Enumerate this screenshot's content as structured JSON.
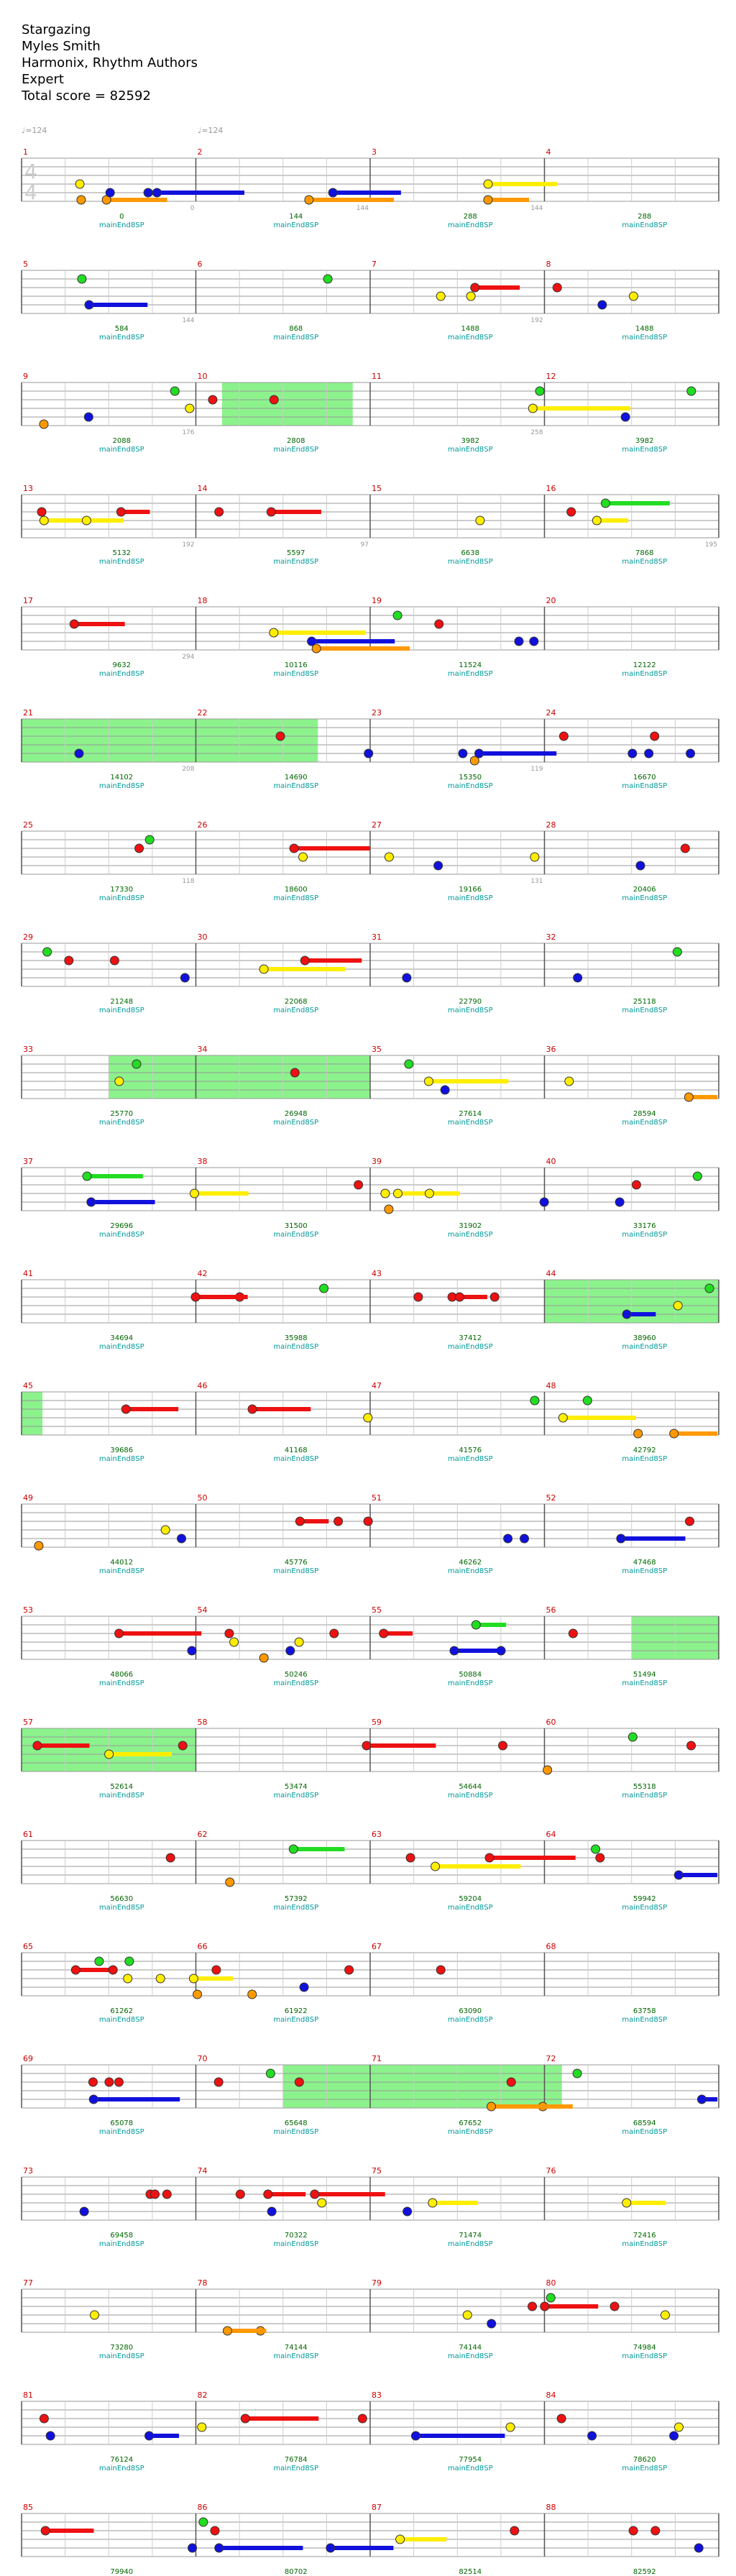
{
  "song": {
    "title": "Stargazing",
    "artist": "Myles Smith",
    "authors": "Harmonix, Rhythm Authors",
    "difficulty": "Expert",
    "total_score": "Total score = 82592"
  },
  "tempo_markers": [
    {
      "measure": 1,
      "label": "♩=124"
    },
    {
      "measure": 2,
      "label": "♩=124"
    }
  ],
  "colors": {
    "green": "#22dd22",
    "red": "#ee1111",
    "yellow": "#ffee00",
    "blue": "#1111dd",
    "orange": "#ff9900",
    "measure_number": "#cc0000",
    "score": "#006600",
    "marker": "#009999",
    "star_power": "#66ee66"
  },
  "marker_label": "mainEnd8SP",
  "rows": [
    {
      "measures": [
        1,
        2,
        3,
        4
      ],
      "times": [
        "",
        "4",
        "",
        "4"
      ],
      "sub": [
        "",
        "0",
        "144",
        "144"
      ],
      "scores": [
        "0",
        "0",
        "144",
        "288"
      ]
    },
    {
      "measures": [
        5,
        6,
        7,
        8
      ],
      "sub": [
        "",
        "144",
        "",
        "192"
      ],
      "scores": [
        "",
        "584",
        "868",
        "1488"
      ]
    },
    {
      "measures": [
        9,
        10,
        11,
        12
      ],
      "sub": [
        "",
        "176",
        "",
        "258"
      ],
      "scores": [
        "",
        "2088",
        "2808",
        "3982"
      ]
    },
    {
      "measures": [
        13,
        14,
        15,
        16
      ],
      "sub": [
        "",
        "192",
        "97",
        "",
        "195"
      ],
      "scores": [
        "",
        "5132",
        "5597",
        "6638",
        "7868"
      ]
    },
    {
      "measures": [
        17,
        18,
        19,
        20
      ],
      "sub": [
        "",
        "294",
        "",
        "",
        ""
      ],
      "scores": [
        "",
        "9632",
        "10116",
        "11524",
        "12122"
      ]
    },
    {
      "measures": [
        21,
        22,
        23,
        24
      ],
      "sub": [
        "",
        "208",
        "",
        "119",
        ""
      ],
      "scores": [
        "",
        "14102",
        "14690",
        "15350",
        "16670"
      ]
    },
    {
      "measures": [
        25,
        26,
        27,
        28
      ],
      "sub": [
        "",
        "118",
        "",
        "131",
        ""
      ],
      "scores": [
        "",
        "17330",
        "18600",
        "19166",
        "20406"
      ]
    },
    {
      "measures": [
        29,
        30,
        31,
        32
      ],
      "sub": [
        "",
        "",
        "",
        "",
        ""
      ],
      "scores": [
        "",
        "21248",
        "22068",
        "22790",
        "25118"
      ]
    },
    {
      "measures": [
        33,
        34,
        35,
        36
      ],
      "sub": [
        "",
        "",
        "",
        "",
        ""
      ],
      "scores": [
        "",
        "25770",
        "26948",
        "27614",
        "28594"
      ]
    },
    {
      "measures": [
        37,
        38,
        39,
        40
      ],
      "sub": [
        "",
        "",
        "",
        "",
        ""
      ],
      "scores": [
        "",
        "29696",
        "31500",
        "31902",
        "33176"
      ]
    },
    {
      "measures": [
        41,
        42,
        43,
        44
      ],
      "sub": [
        "",
        "",
        "",
        "",
        ""
      ],
      "scores": [
        "",
        "34694",
        "35988",
        "37412",
        "38960"
      ]
    },
    {
      "measures": [
        45,
        46,
        47,
        48
      ],
      "sub": [
        "",
        "",
        "",
        "",
        ""
      ],
      "scores": [
        "",
        "39686",
        "41168",
        "41576",
        "42792"
      ]
    },
    {
      "measures": [
        49,
        50,
        51,
        52
      ],
      "sub": [
        "",
        "",
        "",
        "",
        ""
      ],
      "scores": [
        "",
        "44012",
        "45776",
        "46262",
        "47468"
      ]
    },
    {
      "measures": [
        53,
        54,
        55,
        56
      ],
      "sub": [
        "",
        "",
        "",
        "",
        ""
      ],
      "scores": [
        "",
        "48066",
        "50246",
        "50884",
        "51494"
      ]
    },
    {
      "measures": [
        57,
        58,
        59,
        60
      ],
      "sub": [
        "",
        "",
        "",
        "",
        ""
      ],
      "scores": [
        "",
        "52614",
        "53474",
        "54644",
        "55318"
      ]
    },
    {
      "measures": [
        61,
        62,
        63,
        64
      ],
      "sub": [
        "",
        "",
        "",
        "",
        ""
      ],
      "scores": [
        "",
        "56630",
        "57392",
        "59204",
        "59942"
      ]
    },
    {
      "measures": [
        65,
        66,
        67,
        68
      ],
      "sub": [
        "",
        "",
        "",
        "",
        ""
      ],
      "scores": [
        "",
        "61262",
        "61922",
        "63090",
        "63758"
      ]
    },
    {
      "measures": [
        69,
        70,
        71,
        72
      ],
      "sub": [
        "",
        "",
        "",
        "",
        ""
      ],
      "scores": [
        "",
        "65078",
        "65648",
        "67652",
        "68594"
      ]
    },
    {
      "measures": [
        73,
        74,
        75,
        76
      ],
      "sub": [
        "",
        "",
        "",
        "",
        ""
      ],
      "scores": [
        "",
        "69458",
        "70322",
        "71474",
        "72416"
      ]
    },
    {
      "measures": [
        77,
        78,
        79,
        80
      ],
      "sub": [
        "",
        "",
        "",
        "",
        ""
      ],
      "scores": [
        "",
        "73280",
        "74144",
        "74144",
        "74984"
      ]
    },
    {
      "measures": [
        81,
        82,
        83,
        84
      ],
      "sub": [
        "",
        "",
        "",
        "",
        ""
      ],
      "scores": [
        "",
        "76124",
        "76784",
        "77954",
        "78620"
      ]
    },
    {
      "measures": [
        85,
        86,
        87,
        88
      ],
      "sub": [
        "",
        "",
        "",
        "",
        ""
      ],
      "scores": [
        "",
        "79940",
        "80702",
        "82514",
        "82592"
      ]
    }
  ]
}
